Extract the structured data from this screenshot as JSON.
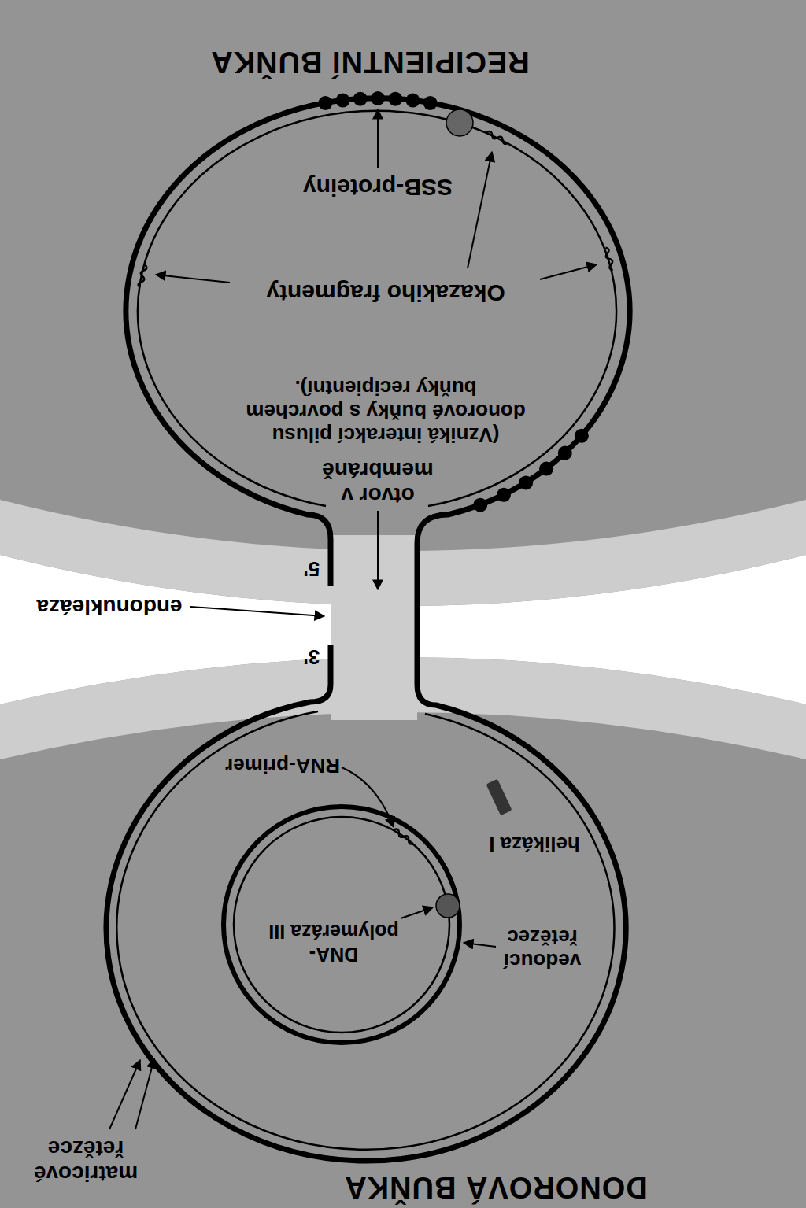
{
  "diagram": {
    "nodes": [
      {
        "text": [
          "DONOROVÁ BUŇKA"
        ]
      },
      {
        "text": [
          "RECIPIENTNÍ BUŇKA"
        ]
      }
    ],
    "labels": [
      "matricové řetězce",
      "DNA-polymeráza III",
      "vedoucí řetězec",
      "helikáza I",
      "RNA-primer",
      "3'",
      "5'",
      "endonukleáza",
      "otvor v membráně",
      "(Vzniká interakcí pilusu donorové buňky s povrchem buňky recipientní).",
      "Okazakiho fragmenty",
      "SSB-proteiny"
    ]
  }
}
